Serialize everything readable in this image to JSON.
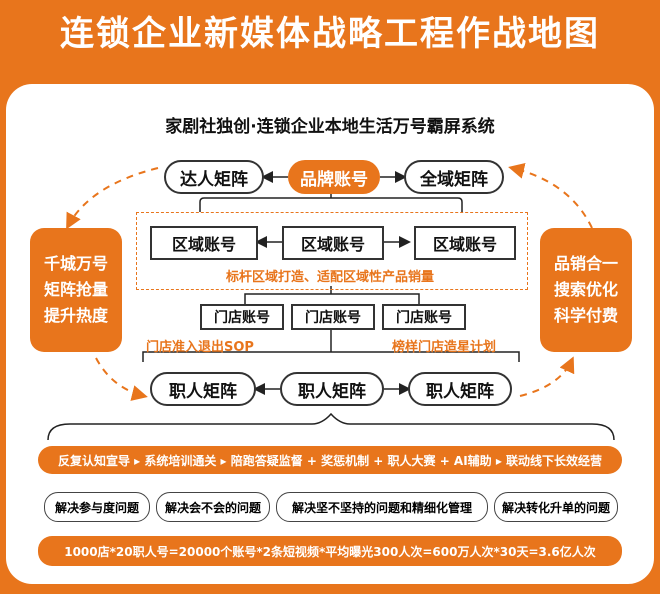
{
  "title": "连锁企业新媒体战略工程作战地图",
  "subtitle": "家剧社独创·连锁企业本地生活万号霸屏系统",
  "top_row": {
    "left": "达人矩阵",
    "center": "品牌账号",
    "right": "全域矩阵"
  },
  "region_row": [
    "区域账号",
    "区域账号",
    "区域账号"
  ],
  "region_caption": "标杆区域打造、适配区域性产品销量",
  "store_row": [
    "门店账号",
    "门店账号",
    "门店账号"
  ],
  "store_caption_left": "门店准入退出SOP",
  "store_caption_right": "榜样门店造星计划",
  "staff_row": [
    "职人矩阵",
    "职人矩阵",
    "职人矩阵"
  ],
  "left_side": [
    "千城万号",
    "矩阵抢量",
    "提升热度"
  ],
  "right_side": [
    "品销合一",
    "搜索优化",
    "科学付费"
  ],
  "process_bar": "反复认知宣导 ▸ 系统培训通关 ▸ 陪跑答疑监督 + 奖惩机制 + 职人大赛 + AI辅助 ▸ 联动线下长效经营",
  "problems": [
    "解决参与度问题",
    "解决会不会的问题",
    "解决坚不坚持的问题和精细化管理",
    "解决转化升单的问题"
  ],
  "formula": "1000店*20职人号=20000个账号*2条短视频*平均曝光300人次=600万人次*30天=3.6亿人次",
  "colors": {
    "accent": "#e8751c",
    "text": "#111111"
  }
}
